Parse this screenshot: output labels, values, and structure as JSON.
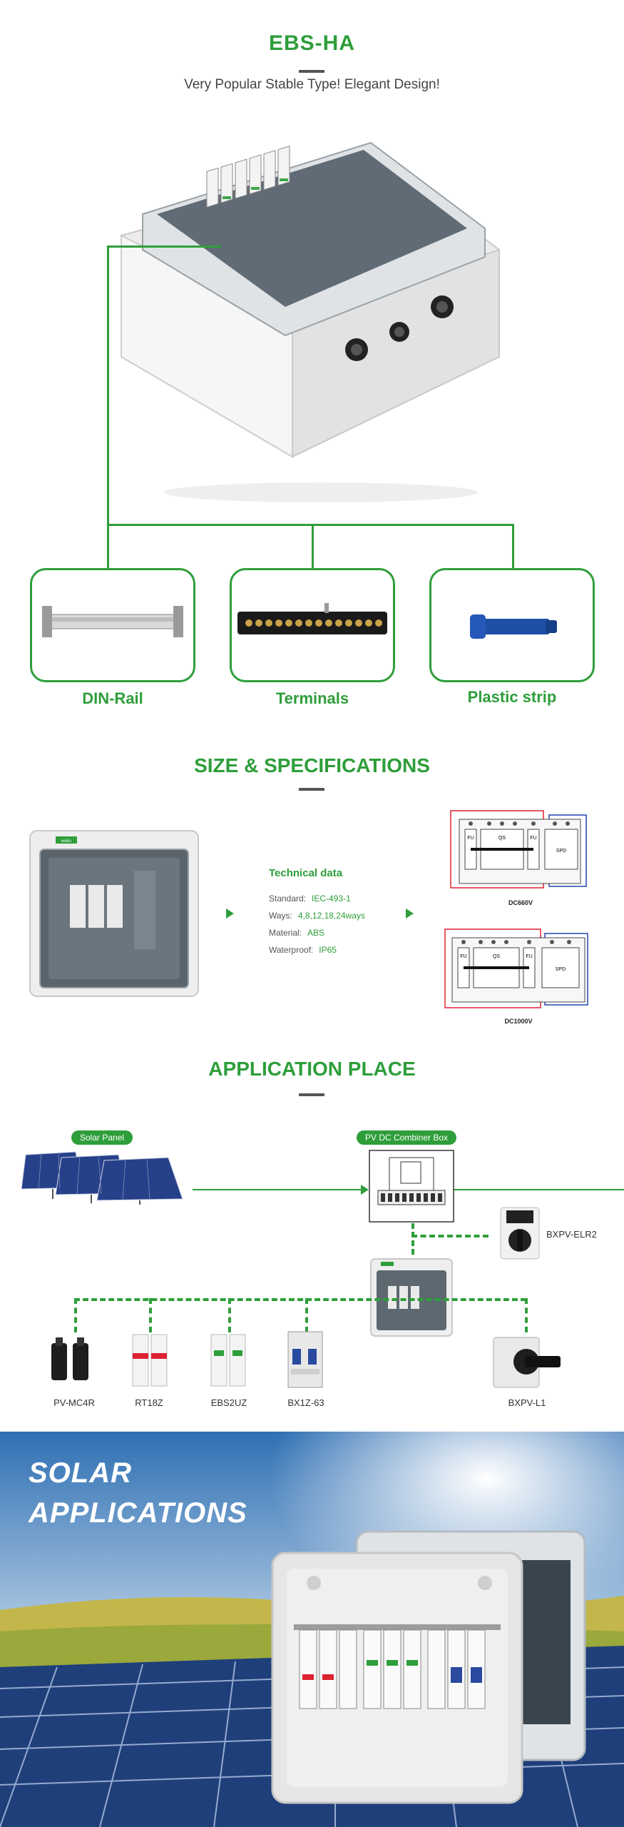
{
  "header": {
    "title": "EBS-HA",
    "subtitle": "Very Popular Stable Type! Elegant Design!"
  },
  "accessories": [
    {
      "label": "DIN-Rail"
    },
    {
      "label": "Terminals"
    },
    {
      "label": "Plastic strip"
    }
  ],
  "specs": {
    "title": "SIZE & SPECIFICATIONS",
    "box_brand": "weilu",
    "tech_title": "Technical data",
    "rows": [
      {
        "key": "Standard:",
        "value": "IEC-493-1"
      },
      {
        "key": "Ways:",
        "value": "4,8,12,18,24ways"
      },
      {
        "key": "Material:",
        "value": "ABS"
      },
      {
        "key": "Waterproof:",
        "value": "IP65"
      }
    ],
    "diagrams": [
      {
        "label": "DC660V",
        "fu": "FU",
        "qs": "QS",
        "fu2": "FU",
        "spd": "SPD"
      },
      {
        "label": "DC1000V",
        "fu": "FU",
        "qs": "QS",
        "fu2": "FU",
        "spd": "SPD"
      }
    ]
  },
  "application": {
    "title": "APPLICATION PLACE",
    "solar_panel": "Solar Panel",
    "combiner": "PV DC Combiner Box",
    "products": [
      {
        "name": "PV-MC4R"
      },
      {
        "name": "RT18Z"
      },
      {
        "name": "EBS2UZ"
      },
      {
        "name": "BX1Z-63"
      },
      {
        "name": "BXPV-L1"
      }
    ],
    "side_product": "BXPV-ELR2"
  },
  "banner": {
    "line1": "SOLAR",
    "line2": "APPLICATIONS"
  },
  "colors": {
    "accent": "#2e9e3a",
    "sky_top": "#2f6fb3",
    "panel": "#1f3f7a"
  }
}
